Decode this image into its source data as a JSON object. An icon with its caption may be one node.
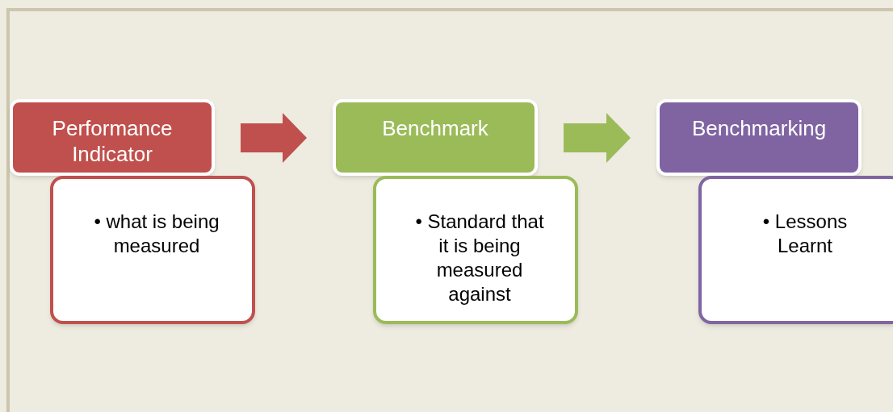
{
  "diagram": {
    "nodes": [
      {
        "text": [
          "Performance Indicator"
        ]
      },
      {
        "text": [
          "• what is being measured"
        ]
      },
      {
        "text": [
          "Benchmark"
        ]
      },
      {
        "text": [
          "• Standard that it is being measured against"
        ]
      },
      {
        "text": [
          "Benchmarking"
        ]
      },
      {
        "text": [
          "• Lessons Learnt"
        ]
      }
    ],
    "edges": [
      {
        "from": 0,
        "to": 2,
        "arrow": "to",
        "color": "#c0504d"
      },
      {
        "from": 2,
        "to": 4,
        "arrow": "to",
        "color": "#9bbb59"
      }
    ]
  }
}
